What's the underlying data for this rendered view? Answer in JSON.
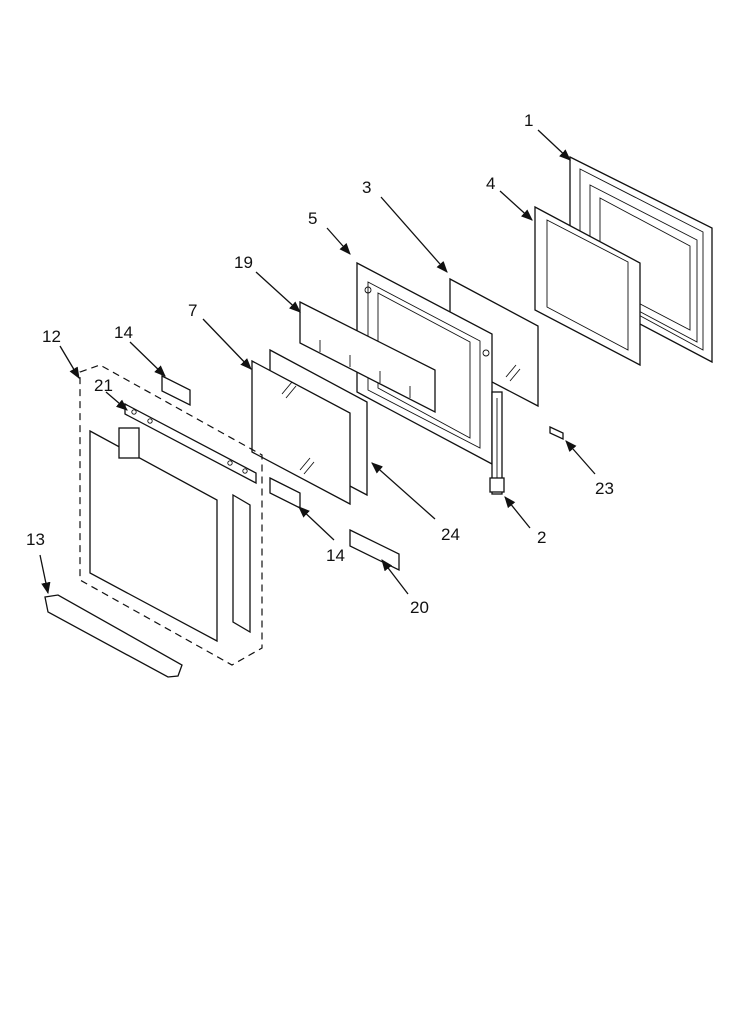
{
  "callouts": [
    {
      "id": "1",
      "text": "1"
    },
    {
      "id": "2",
      "text": "2"
    },
    {
      "id": "3",
      "text": "3"
    },
    {
      "id": "4",
      "text": "4"
    },
    {
      "id": "5",
      "text": "5"
    },
    {
      "id": "7",
      "text": "7"
    },
    {
      "id": "12",
      "text": "12"
    },
    {
      "id": "13",
      "text": "13"
    },
    {
      "id": "14a",
      "text": "14"
    },
    {
      "id": "14b",
      "text": "14"
    },
    {
      "id": "19",
      "text": "19"
    },
    {
      "id": "20",
      "text": "20"
    },
    {
      "id": "21",
      "text": "21"
    },
    {
      "id": "23",
      "text": "23"
    },
    {
      "id": "24",
      "text": "24"
    }
  ],
  "colors": {
    "line": "#111111",
    "background": "#ffffff"
  }
}
